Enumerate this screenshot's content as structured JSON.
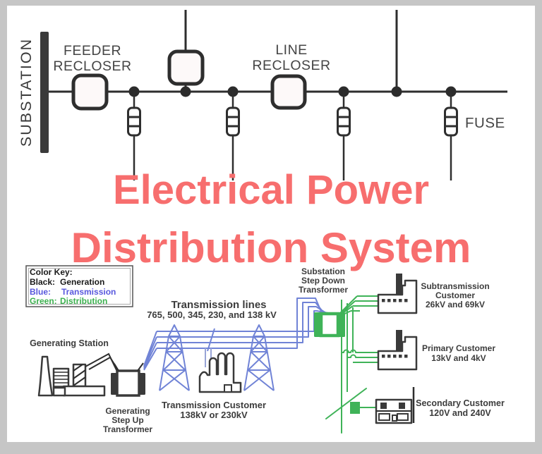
{
  "page": {
    "background": "#c6c6c6",
    "panel": "#ffffff"
  },
  "title": {
    "line1": "Electrical Power",
    "line2": "Distribution System",
    "color": "#f76e6e"
  },
  "top": {
    "substation": "SUBSTATION",
    "feeder_recloser": [
      "FEEDER",
      "RECLOSER"
    ],
    "line_recloser": [
      "LINE",
      "RECLOSER"
    ],
    "fuse": "FUSE"
  },
  "bottom": {
    "color_key": {
      "heading": "Color Key:",
      "entries": [
        {
          "name": "Black:",
          "value": "Generation",
          "color": "#1a1a1a"
        },
        {
          "name": "Blue:",
          "value": "Transmission",
          "color": "#5858dd"
        },
        {
          "name": "Green:",
          "value": "Distribution",
          "color": "#3cb14f"
        }
      ]
    },
    "generating_station": "Generating Station",
    "step_up_transformer": [
      "Generating",
      "Step Up",
      "Transformer"
    ],
    "transmission_lines": [
      "Transmission lines",
      "765, 500, 345, 230, and 138 kV"
    ],
    "transmission_customer": [
      "Transmission Customer",
      "138kV or 230kV"
    ],
    "step_down_transformer": [
      "Substation",
      "Step Down",
      "Transformer"
    ],
    "subtransmission_customer": [
      "Subtransmission",
      "Customer",
      "26kV and 69kV"
    ],
    "primary_customer": [
      "Primary Customer",
      "13kV and 4kV"
    ],
    "secondary_customer": [
      "Secondary Customer",
      "120V and 240V"
    ],
    "colors": {
      "generation": "#3a3a3a",
      "transmission": "#7083d6",
      "distribution": "#3fb358"
    }
  }
}
